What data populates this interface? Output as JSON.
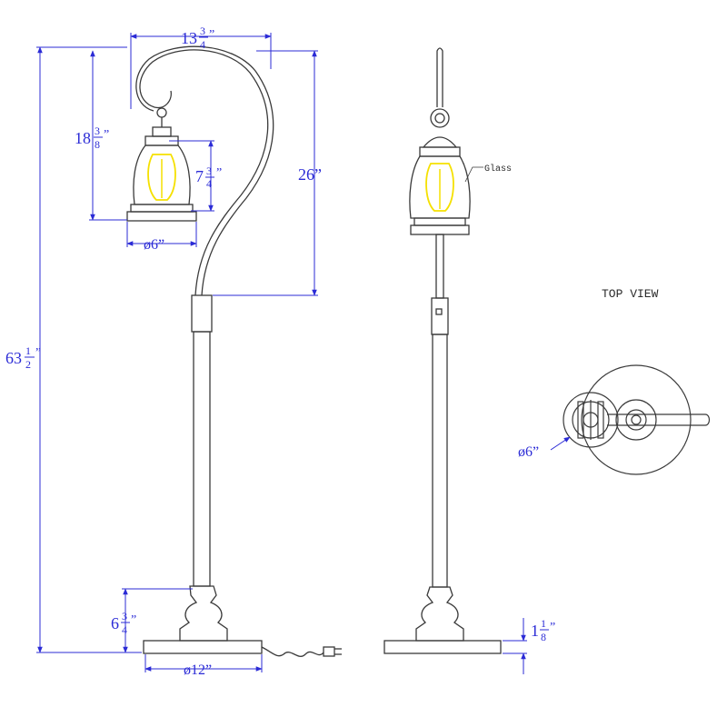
{
  "colors": {
    "dimension_line": "#2b2bd6",
    "lamp_outline": "#3a3a3a",
    "bulb": "#f5e000"
  },
  "dimensions": {
    "overall_height": {
      "whole": "63",
      "num": "1",
      "den": "2",
      "unit": "”"
    },
    "arm_width": {
      "whole": "13",
      "num": "3",
      "den": "4",
      "unit": "”"
    },
    "hang_height": {
      "whole": "18",
      "num": "3",
      "den": "8",
      "unit": "”"
    },
    "shade_height": {
      "whole": "7",
      "num": "3",
      "den": "4",
      "unit": "”"
    },
    "arm_height": "26”",
    "shade_diameter": "ø6”",
    "base_diameter": "ø12”",
    "base_column_height": {
      "whole": "6",
      "num": "3",
      "den": "4",
      "unit": "”"
    },
    "base_plate_height": {
      "whole": "1",
      "num": "1",
      "den": "8",
      "unit": "”"
    },
    "top_view_diameter": "ø6”"
  },
  "labels": {
    "glass": "Glass",
    "top_view": "TOP VIEW"
  }
}
